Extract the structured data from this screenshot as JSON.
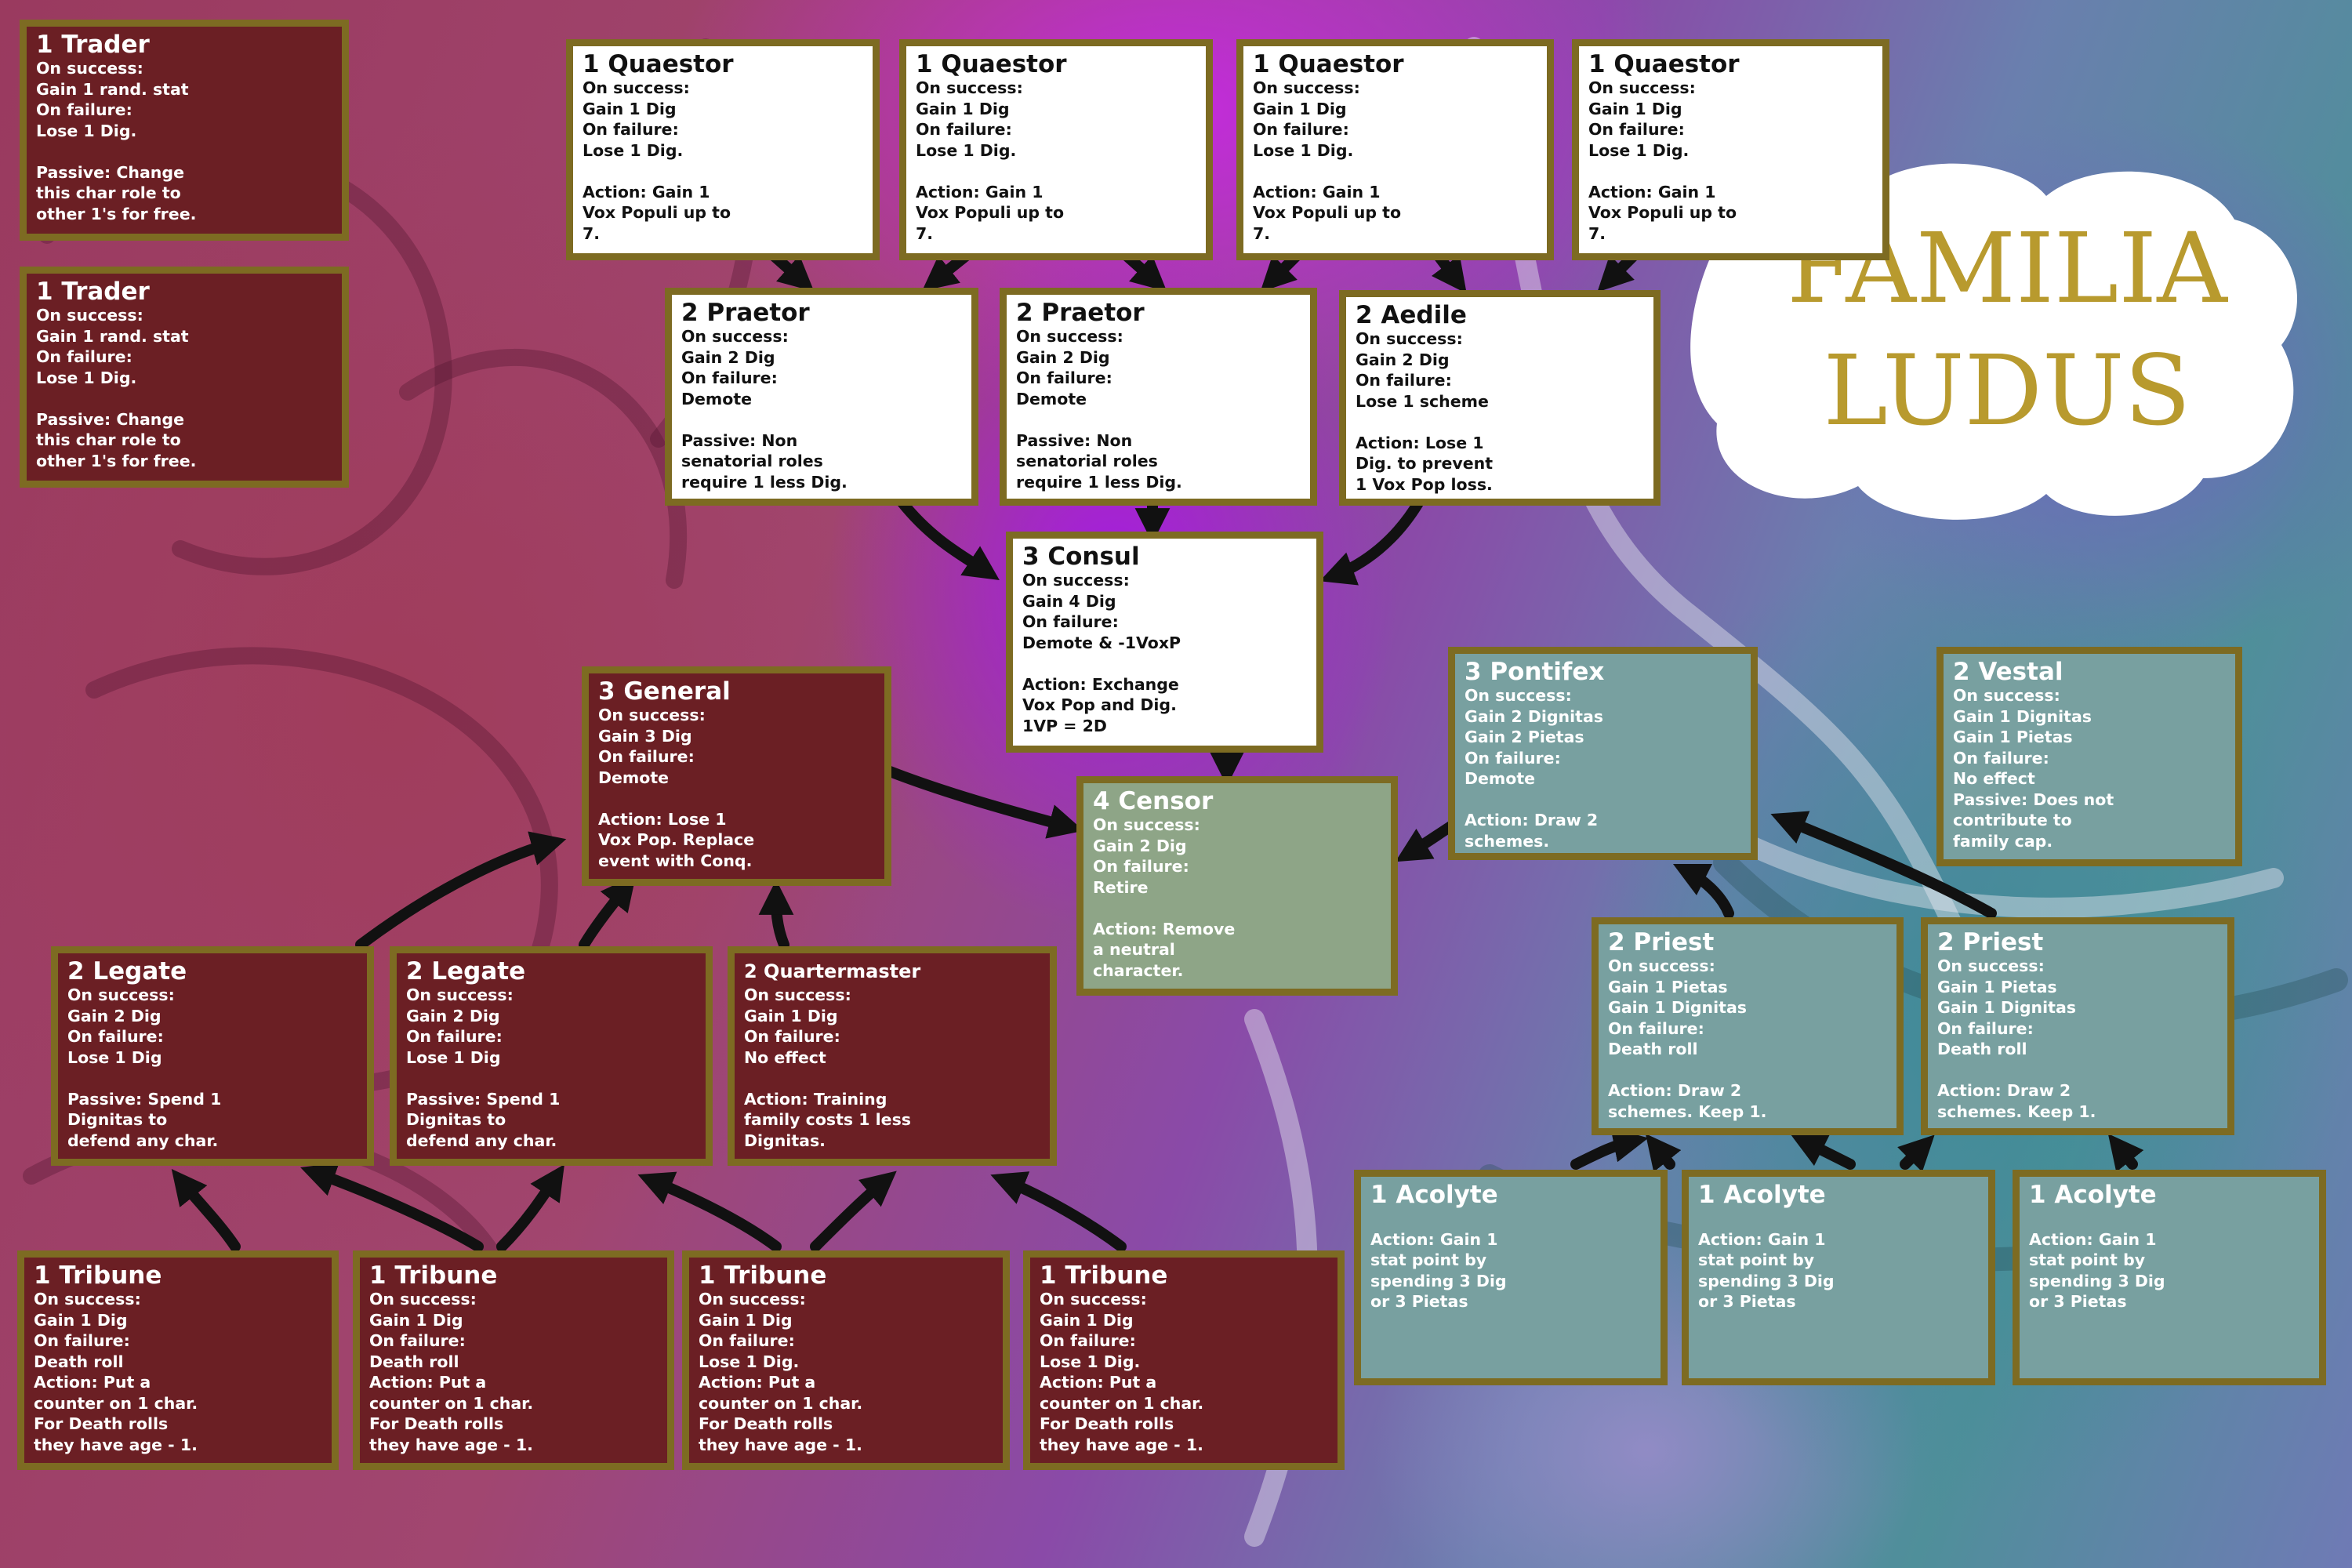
{
  "title": {
    "line1": "FAMILIA",
    "line2": "LUDUS"
  },
  "cards": [
    {
      "id": "trader-1",
      "title": "1 Trader",
      "text": "On success:\nGain 1 rand. stat\nOn failure:\nLose 1 Dig.\n\nPassive: Change\nthis char role to\nother 1's for free."
    },
    {
      "id": "trader-2",
      "title": "1 Trader",
      "text": "On success:\nGain 1 rand. stat\nOn failure:\nLose 1 Dig.\n\nPassive: Change\nthis char role to\nother 1's for free."
    },
    {
      "id": "quaestor-1",
      "title": "1 Quaestor",
      "text": "On success:\nGain 1 Dig\nOn failure:\nLose 1 Dig.\n\nAction: Gain 1\nVox Populi up to\n7."
    },
    {
      "id": "quaestor-2",
      "title": "1 Quaestor",
      "text": "On success:\nGain 1 Dig\nOn failure:\nLose 1 Dig.\n\nAction: Gain 1\nVox Populi up to\n7."
    },
    {
      "id": "quaestor-3",
      "title": "1 Quaestor",
      "text": "On success:\nGain 1 Dig\nOn failure:\nLose 1 Dig.\n\nAction: Gain 1\nVox Populi up to\n7."
    },
    {
      "id": "quaestor-4",
      "title": "1 Quaestor",
      "text": "On success:\nGain 1 Dig\nOn failure:\nLose 1 Dig.\n\nAction: Gain 1\nVox Populi up to\n7."
    },
    {
      "id": "praetor-1",
      "title": "2 Praetor",
      "text": "On success:\nGain 2 Dig\nOn failure:\nDemote\n\nPassive: Non\nsenatorial roles\nrequire 1 less Dig."
    },
    {
      "id": "praetor-2",
      "title": "2 Praetor",
      "text": "On success:\nGain 2 Dig\nOn failure:\nDemote\n\nPassive: Non\nsenatorial roles\nrequire 1 less Dig."
    },
    {
      "id": "aedile",
      "title": "2 Aedile",
      "text": "On success:\nGain 2 Dig\nOn failure:\nLose 1 scheme\n\nAction: Lose 1\nDig. to prevent\n1 Vox Pop loss."
    },
    {
      "id": "consul",
      "title": "3 Consul",
      "text": "On success:\nGain 4 Dig\nOn failure:\nDemote & -1VoxP\n\nAction: Exchange\nVox Pop and Dig.\n1VP = 2D"
    },
    {
      "id": "censor",
      "title": "4 Censor",
      "text": "On success:\nGain 2 Dig\nOn failure:\nRetire\n\nAction: Remove\na neutral\ncharacter."
    },
    {
      "id": "general",
      "title": "3 General",
      "text": "On success:\nGain 3 Dig\nOn failure:\nDemote\n\nAction: Lose 1\nVox Pop. Replace\nevent with Conq."
    },
    {
      "id": "legate-1",
      "title": "2 Legate",
      "text": "On success:\nGain 2 Dig\nOn failure:\nLose 1 Dig\n\nPassive: Spend 1\nDignitas to\ndefend any char."
    },
    {
      "id": "legate-2",
      "title": "2 Legate",
      "text": "On success:\nGain 2 Dig\nOn failure:\nLose 1 Dig\n\nPassive: Spend 1\nDignitas to\ndefend any char."
    },
    {
      "id": "quartermaster",
      "title": "2 Quartermaster",
      "text": "On success:\nGain 1 Dig\nOn failure:\nNo effect\n\nAction: Training\nfamily costs 1 less\nDignitas."
    },
    {
      "id": "tribune-1",
      "title": "1 Tribune",
      "text": "On success:\nGain 1 Dig\nOn failure:\nDeath roll\nAction: Put a\ncounter on 1 char.\nFor Death rolls\nthey have age - 1."
    },
    {
      "id": "tribune-2",
      "title": "1 Tribune",
      "text": "On success:\nGain 1 Dig\nOn failure:\nDeath roll\nAction: Put a\ncounter on 1 char.\nFor Death rolls\nthey have age - 1."
    },
    {
      "id": "tribune-3",
      "title": "1 Tribune",
      "text": "On success:\nGain 1 Dig\nOn failure:\nLose 1 Dig.\nAction: Put a\ncounter on 1 char.\nFor Death rolls\nthey have age - 1."
    },
    {
      "id": "tribune-4",
      "title": "1 Tribune",
      "text": "On success:\nGain 1 Dig\nOn failure:\nLose 1 Dig.\nAction: Put a\ncounter on 1 char.\nFor Death rolls\nthey have age - 1."
    },
    {
      "id": "pontifex",
      "title": "3 Pontifex",
      "text": "On success:\nGain 2 Dignitas\nGain 2 Pietas\nOn failure:\nDemote\n\nAction: Draw 2\nschemes."
    },
    {
      "id": "vestal",
      "title": "2 Vestal",
      "text": "On success:\nGain 1 Dignitas\nGain 1 Pietas\nOn failure:\nNo effect\nPassive: Does not\ncontribute to\nfamily cap."
    },
    {
      "id": "priest-1",
      "title": "2 Priest",
      "text": "On success:\nGain 1 Pietas\nGain 1 Dignitas\nOn failure:\nDeath roll\n\nAction: Draw 2\nschemes. Keep 1."
    },
    {
      "id": "priest-2",
      "title": "2 Priest",
      "text": "On success:\nGain 1 Pietas\nGain 1 Dignitas\nOn failure:\nDeath roll\n\nAction: Draw 2\nschemes. Keep 1."
    },
    {
      "id": "acolyte-1",
      "title": "1 Acolyte",
      "text": "\nAction: Gain 1\nstat point by\nspending 3 Dig\nor 3 Pietas"
    },
    {
      "id": "acolyte-2",
      "title": "1 Acolyte",
      "text": "\nAction: Gain 1\nstat point by\nspending 3 Dig\nor 3 Pietas"
    },
    {
      "id": "acolyte-3",
      "title": "1 Acolyte",
      "text": "\nAction: Gain 1\nstat point by\nspending 3 Dig\nor 3 Pietas"
    }
  ],
  "colors": {
    "border": "#7d6b22",
    "red": "#6b1f24",
    "white": "#ffffff",
    "green": "#8ea587",
    "teal": "#78a0a0",
    "title": "#b89a2e"
  }
}
